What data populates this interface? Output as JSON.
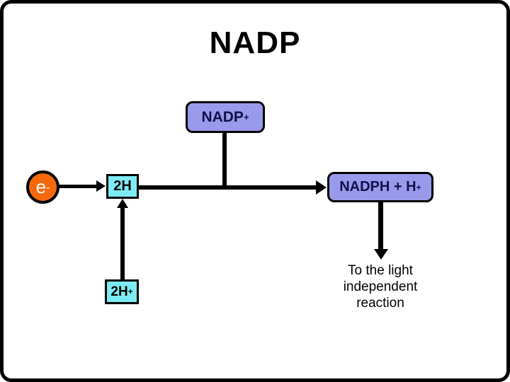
{
  "slide": {
    "title": "NADP"
  },
  "diagram": {
    "nadp_plus_box": {
      "label": "NADP",
      "superscript": "+"
    },
    "electron": {
      "label": "e",
      "superscript": "-"
    },
    "h2_box": {
      "label": "2H",
      "superscript": ""
    },
    "h2_plus_box": {
      "label": "2H",
      "superscript": "+"
    },
    "nadph_box": {
      "label": "NADPH + H",
      "superscript": "+"
    },
    "light_independent_note": {
      "line1": "To the light",
      "line2": "independent",
      "line3": "reaction"
    }
  },
  "colors": {
    "box_purple": "#9a9aec",
    "box_cyan": "#7debf3",
    "electron_orange": "#f5690c",
    "connector_black": "#000000",
    "box_text_navy": "#10104a",
    "title_black": "#000000",
    "background_white": "#ffffff"
  }
}
